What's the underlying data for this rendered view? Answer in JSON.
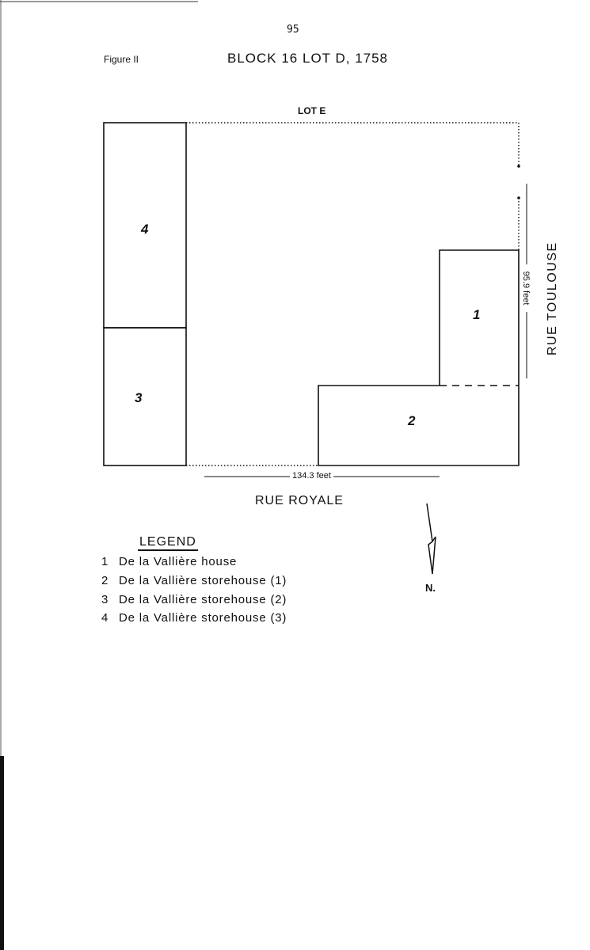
{
  "page_number": "95",
  "figure_label": "Figure II",
  "title": "BLOCK 16 LOT D, 1758",
  "plan": {
    "top_label": "LOT E",
    "bottom_street": "RUE ROYALE",
    "right_street": "RUE TOULOUSE",
    "width_dimension": "134.3 feet",
    "depth_dimension": "95.9 feet",
    "building_numbers": [
      "1",
      "2",
      "3",
      "4"
    ],
    "north_label": "N."
  },
  "legend": {
    "title": "LEGEND",
    "items": [
      {
        "num": "1",
        "label": "De la Vallière house"
      },
      {
        "num": "2",
        "label": "De la Vallière storehouse (1)"
      },
      {
        "num": "3",
        "label": "De la Vallière storehouse (2)"
      },
      {
        "num": "4",
        "label": "De la Vallière storehouse (3)"
      }
    ]
  }
}
